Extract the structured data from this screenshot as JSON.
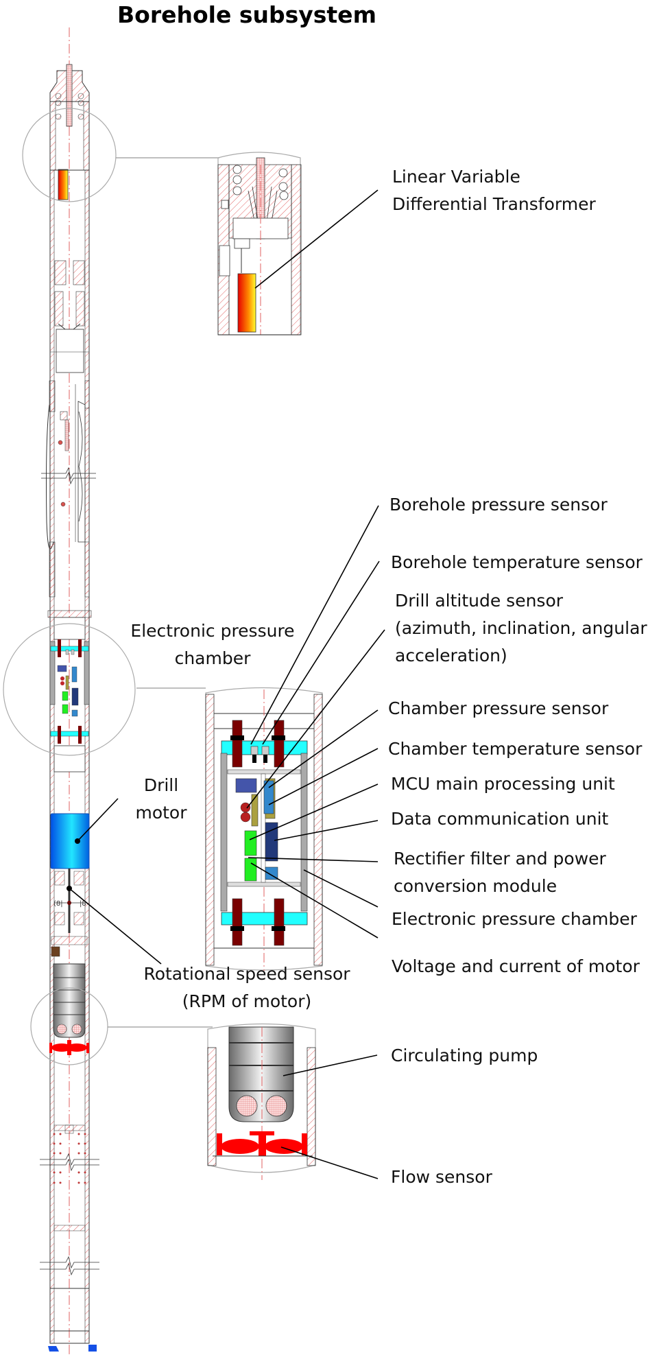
{
  "title": "Borehole subsystem",
  "colors": {
    "hatch": "#d9534f",
    "outline": "#333333",
    "lvdt_start": "#e60000",
    "lvdt_end": "#ffff33",
    "motor": "#1aa3ff",
    "chamber_cap": "#22ffff",
    "bolt": "#7a0000",
    "pump_gray": "#9a9a9a",
    "flow_red": "#ff0000",
    "leader": "#000000",
    "callout_circle": "#aaaaaa"
  },
  "callouts": {
    "lvdt": {
      "lines": [
        "Linear Variable",
        "Differential  Transformer"
      ]
    },
    "chamber_left": {
      "lines": [
        "Electronic pressure",
        "chamber"
      ]
    },
    "drill_motor": {
      "lines": [
        "Drill",
        "motor"
      ]
    },
    "rotational_speed": {
      "lines": [
        "Rotational speed  sensor",
        "(RPM of motor)"
      ]
    },
    "chamber_sensors": [
      {
        "id": "borehole-pressure-sensor",
        "lines": [
          "Borehole  pressure  sensor"
        ]
      },
      {
        "id": "borehole-temperature-sensor",
        "lines": [
          "Borehole  temperature  sensor"
        ]
      },
      {
        "id": "drill-altitude-sensor",
        "lines": [
          "Drill altitude sensor",
          "(azimuth,  inclination, angular",
          "acceleration)"
        ]
      },
      {
        "id": "chamber-pressure-sensor",
        "lines": [
          "Chamber  pressure  sensor"
        ]
      },
      {
        "id": "chamber-temperature-sensor",
        "lines": [
          "Chamber  temperature  sensor"
        ]
      },
      {
        "id": "mcu-main-processing-unit",
        "lines": [
          "MCU main processing  unit"
        ]
      },
      {
        "id": "data-communication-unit",
        "lines": [
          "Data communication unit"
        ]
      },
      {
        "id": "rectifier-filter-power-conversion",
        "lines": [
          "Rectifier  filter and power",
          "conversion  module"
        ]
      },
      {
        "id": "electronic-pressure-chamber",
        "lines": [
          "Electronic  pressure  chamber"
        ]
      },
      {
        "id": "voltage-current-of-motor",
        "lines": [
          "Voltage and current  of motor"
        ]
      }
    ],
    "circulating_pump": {
      "lines": [
        "Circulating pump"
      ]
    },
    "flow_sensor": {
      "lines": [
        "Flow sensor"
      ]
    }
  }
}
